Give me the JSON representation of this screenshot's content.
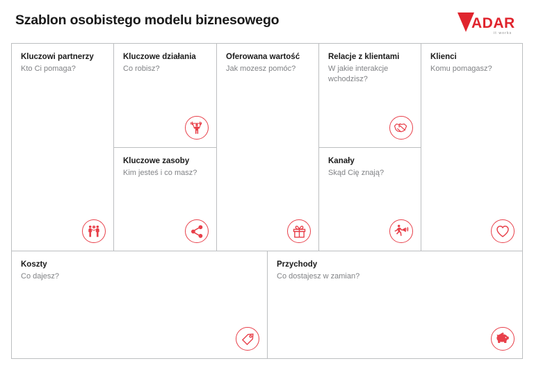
{
  "header": {
    "title": "Szablon osobistego modelu biznesowego",
    "logo": {
      "name": "adar-logo",
      "wordmark": "ADAR",
      "tagline": "it works",
      "color": "#e0242d"
    }
  },
  "theme": {
    "accent": "#e8404a",
    "border": "#bcbec0",
    "title_color": "#1a1a1a",
    "subtitle_color": "#808285"
  },
  "canvas": {
    "blocks": [
      {
        "key": "key_partners",
        "title": "Kluczowi partnerzy",
        "subtitle": "Kto Ci pomaga?",
        "icon": "high-five-people-icon"
      },
      {
        "key": "key_activities",
        "title": "Kluczowe działania",
        "subtitle": "Co robisz?",
        "icon": "weightlifter-icon"
      },
      {
        "key": "key_resources",
        "title": "Kluczowe zasoby",
        "subtitle": "Kim jesteś i co masz?",
        "icon": "share-network-icon"
      },
      {
        "key": "value_proposition",
        "title": "Oferowana wartość",
        "subtitle": "Jak mozesz pomóc?",
        "icon": "gift-box-icon"
      },
      {
        "key": "customer_relations",
        "title": "Relacje z klientami",
        "subtitle": "W jakie interakcje wchodzisz?",
        "icon": "handshake-icon"
      },
      {
        "key": "channels",
        "title": "Kanały",
        "subtitle": "Skąd Cię znają?",
        "icon": "running-megaphone-icon"
      },
      {
        "key": "customers",
        "title": "Klienci",
        "subtitle": "Komu pomagasz?",
        "icon": "heart-icon"
      },
      {
        "key": "costs",
        "title": "Koszty",
        "subtitle": "Co dajesz?",
        "icon": "price-tag-icon"
      },
      {
        "key": "revenue",
        "title": "Przychody",
        "subtitle": "Co dostajesz w zamian?",
        "icon": "piggy-bank-icon"
      }
    ]
  }
}
